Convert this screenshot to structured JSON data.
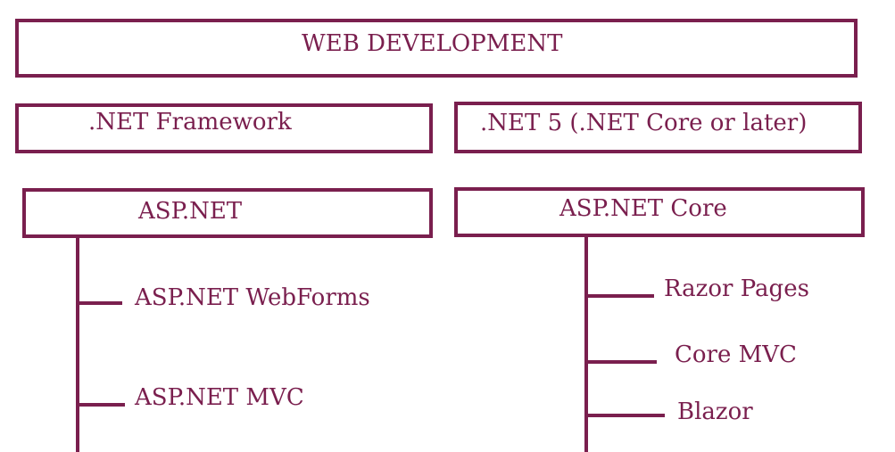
{
  "colors": {
    "accent": "#7a1f4e"
  },
  "root": {
    "label": "WEB DEVELOPMENT"
  },
  "frameworks": [
    {
      "label": ".NET Framework"
    },
    {
      "label": ".NET 5 (.NET Core or later)"
    }
  ],
  "platforms": [
    {
      "label": "ASP.NET",
      "children": [
        {
          "label": "ASP.NET WebForms"
        },
        {
          "label": "ASP.NET MVC"
        }
      ]
    },
    {
      "label": "ASP.NET Core",
      "children": [
        {
          "label": "Razor Pages"
        },
        {
          "label": "Core MVC"
        },
        {
          "label": "Blazor"
        }
      ]
    }
  ]
}
